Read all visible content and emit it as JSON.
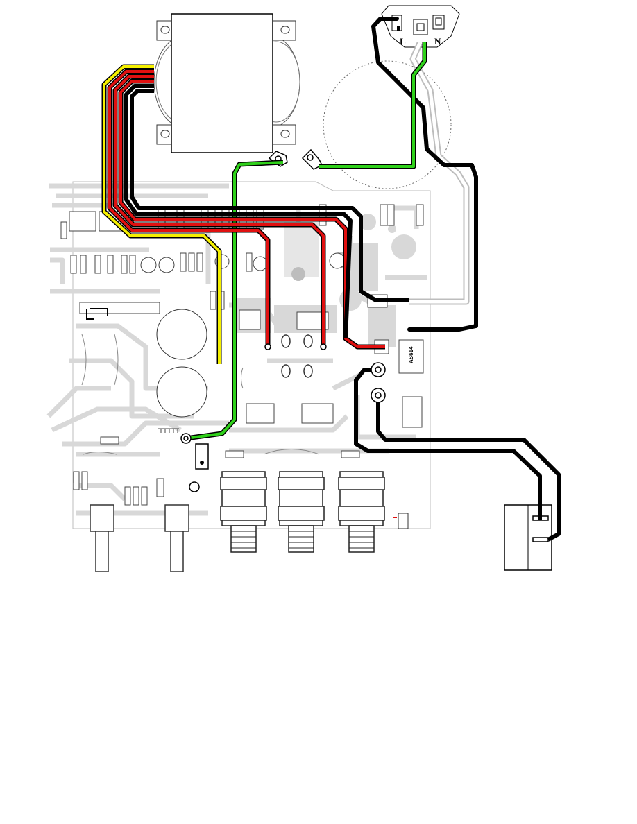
{
  "power_inlet": {
    "pin_labels": [
      "L",
      "N"
    ]
  },
  "ic_label": "AS614",
  "wire_colors": {
    "black": "#000000",
    "red": "#e01010",
    "yellow": "#f5f000",
    "green": "#2fd11a",
    "trace_gray": "#d8d8d8",
    "outline_gray": "#bdbdbd"
  }
}
